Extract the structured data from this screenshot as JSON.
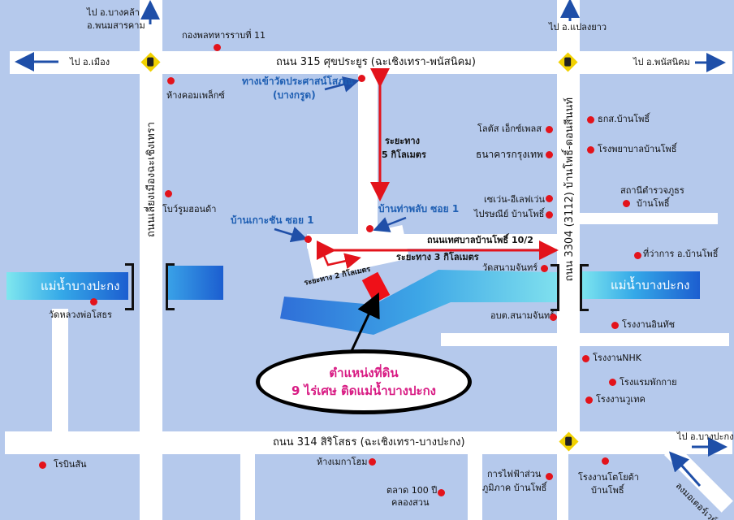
{
  "roads": {
    "road_315": "ถนน 315 ศุขประยูร (ฉะเชิงเทรา-พนัสนิคม)",
    "road_314": "ถนน 314 สิริโสธร (ฉะเชิงเทรา-บางปะกง)",
    "road_city_bypass": "ถนนเลี่ยงเมืองฉะเชิงเทรา",
    "road_3304": "ถนน 3304 (3112) บ้านโพธิ์-ดอนสีนนท์",
    "road_municipal": "ถนนเทศบาลบ้านโพธิ์ 10/2"
  },
  "directions": {
    "to_bang_khla": "ไป อ.บางคล้า",
    "to_phanom_sarakham": "อ.พนมสารคาม",
    "to_muang": "ไป อ.เมือง",
    "to_plaeng_yao": "ไป อ.แปลงยาว",
    "to_phanat_nikhom": "ไป อ.พนัสนิคม",
    "to_bang_pakong": "ไป อ.บางปะกง",
    "motorway": "ลงมอเตอร์เวย์"
  },
  "rivers": {
    "left": "แม่น้ำบางปะกง",
    "right": "แม่น้ำบางปะกง"
  },
  "landmarks": {
    "army_regiment": "กองพลทหารราบที่ 11",
    "mall_complex": "ห้างคอมเพล็กซ์",
    "temple_entrance_1": "ทางเข้าวัดประศาสน์โสภณ",
    "temple_entrance_2": "(บางกรูด)",
    "bowling": "โบว์รูมฮอนด้า",
    "ban_ko_chan": "บ้านเกาะชัน ซอย 1",
    "ban_tha_phlap": "บ้านท่าพลับ ซอย 1",
    "lotus": "โลตัส เอ็กซ์เพลส",
    "bangkok_bank": "ธนาคารกรุงเทพ",
    "seven_eleven": "เซเว่น-อีเลฟเว่น",
    "post_office": "ไปรษณีย์ บ้านโพธิ์",
    "baac": "ธกส.บ้านโพธิ์",
    "hospital": "โรงพยาบาลบ้านโพธิ์",
    "police_1": "สถานีตำรวจภูธร",
    "police_2": "บ้านโพธิ์",
    "district_office": "ที่ว่าการ อ.บ้านโพธิ์",
    "wat_sanam_chan": "วัดสนามจันทร์",
    "sao_sanam_chan": "อบต.สนามจันทร์",
    "intach": "โรงงานอินทัช",
    "nhk": "โรงงานNHK",
    "hotel": "โรงแรมพักกาย",
    "uthek": "โรงงานวูเทค",
    "wat_luang_pho_sothon": "วัดหลวงพ่อโสธร",
    "robinson": "โรบินสัน",
    "mega_home": "ห้างเมกาโฮม",
    "market_1": "ตลาด 100 ปี",
    "market_2": "คลองสวน",
    "pea_1": "การไฟฟ้าส่วน",
    "pea_2": "ภูมิภาค บ้านโพธิ์",
    "toyota_1": "โรงงานโตโยต้า",
    "toyota_2": "บ้านโพธิ์"
  },
  "distances": {
    "d5_line1": "ระยะทาง",
    "d5_line2": "5 กิโลเมตร",
    "d3": "ระยะทาง 3 กิโลเมตร",
    "d2": "ระยะทาง 2 กิโลเมตร"
  },
  "callout": {
    "line1": "ตำแหน่งที่ดิน",
    "line2": "9 ไร่เศษ ติดแม่น้ำบางปะกง"
  },
  "colors": {
    "background": "#b5c9ec",
    "road": "#ffffff",
    "marker": "#e3131b",
    "arrow_blue": "#1f4fa8",
    "distance_arrow": "#e3131b",
    "callout_text": "#d81b83",
    "signal": "#f1d100"
  },
  "icons": [
    "traffic-signal-icon",
    "direction-arrow-icon",
    "location-dot-icon",
    "land-plot-marker-icon"
  ]
}
